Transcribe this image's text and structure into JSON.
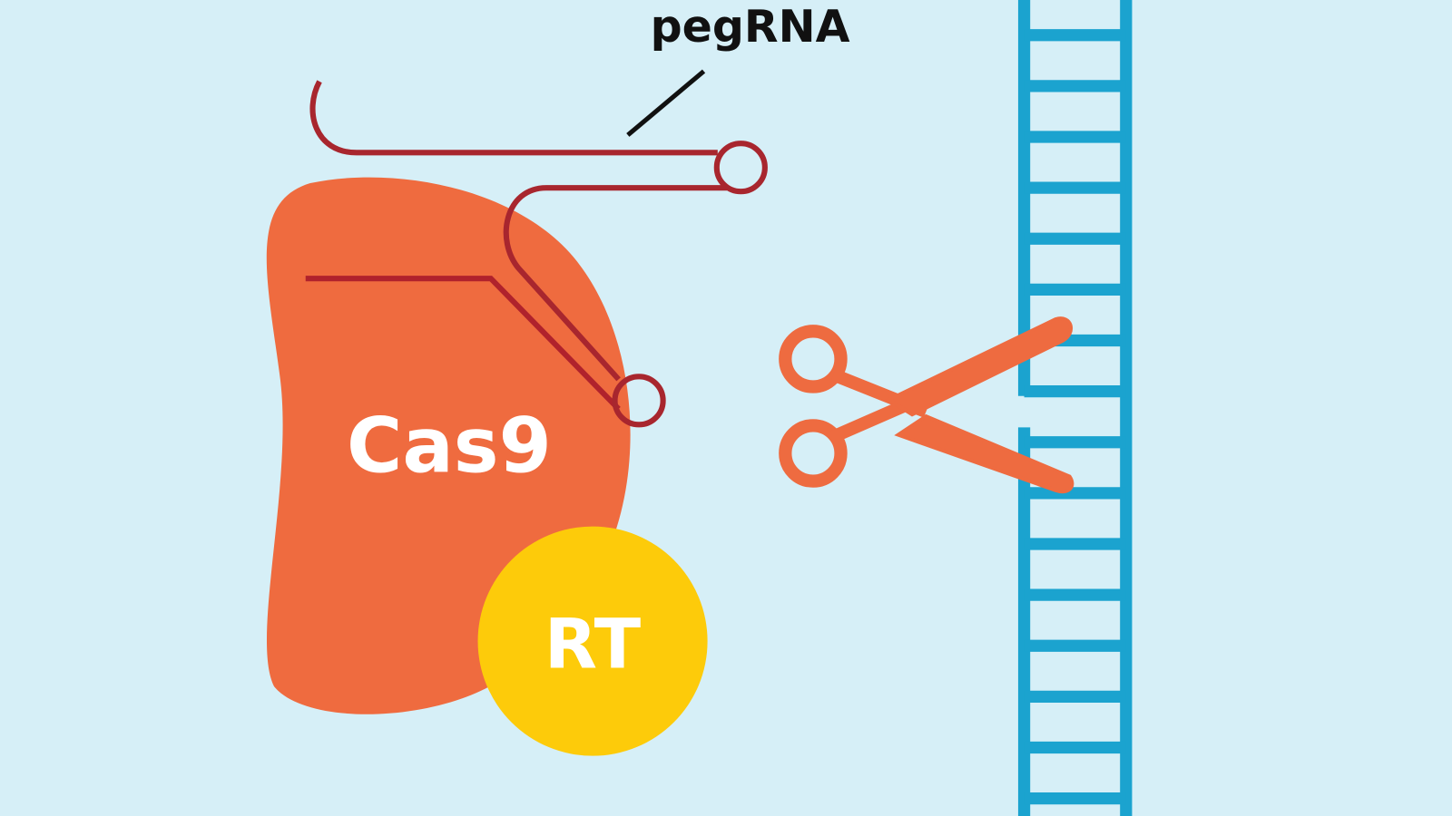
{
  "labels": {
    "pegrna": "pegRNA",
    "cas9": "Cas9",
    "rt": "RT"
  },
  "icons": [
    "scissors-icon"
  ],
  "colors": {
    "background": "#d6eff7",
    "cas9": "#ef6b3f",
    "rt": "#fdcb0a",
    "pegrna": "#a8262e",
    "dna": "#1ba3cf",
    "scissors": "#ee6b40",
    "text_dark": "#111111",
    "text_light": "#ffffff"
  }
}
